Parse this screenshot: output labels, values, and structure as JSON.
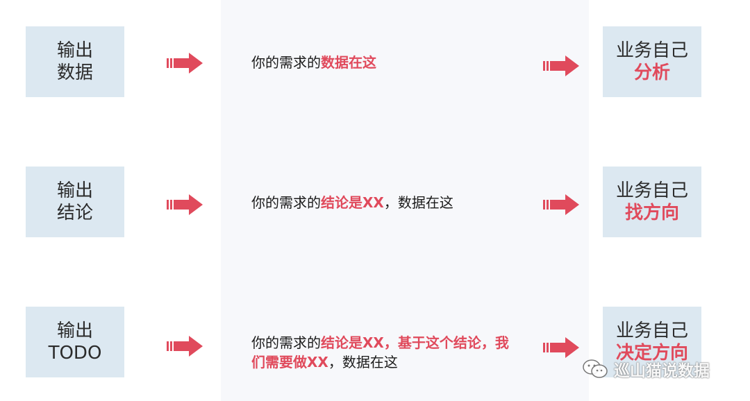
{
  "colors": {
    "accent": "#e04a5c",
    "box_bg": "#dce8f1",
    "text": "#1a1a1a"
  },
  "rows": [
    {
      "left": {
        "line1": "输出",
        "line2": "数据"
      },
      "text": {
        "prefix": "你的需求的",
        "highlight": "数据在这",
        "suffix": ""
      },
      "right": {
        "line1": "业务自己",
        "accent": "分析"
      }
    },
    {
      "left": {
        "line1": "输出",
        "line2": "结论"
      },
      "text": {
        "prefix": "你的需求的",
        "highlight": "结论是XX",
        "suffix": "，数据在这"
      },
      "right": {
        "line1": "业务自己",
        "accent": "找方向"
      }
    },
    {
      "left": {
        "line1": "输出",
        "line2": "TODO"
      },
      "text": {
        "prefix": "你的需求的",
        "highlight": "结论是XX，基于这个结论，我们需要做XX",
        "suffix": "，数据在这"
      },
      "right": {
        "line1": "业务自己",
        "accent": "决定方向"
      }
    }
  ],
  "watermark": {
    "text": "巡山猫说数据",
    "icon": "wechat-icon"
  }
}
